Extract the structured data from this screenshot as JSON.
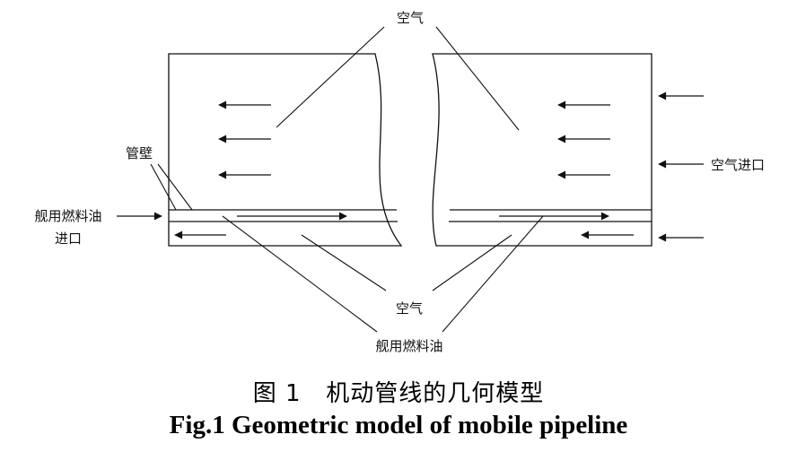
{
  "labels": {
    "air_top": "空气",
    "air_inlet": "空气进口",
    "pipe_wall": "管壁",
    "fuel_inlet_line1": "舰用燃料油",
    "fuel_inlet_line2": "进口",
    "air_bottom": "空气",
    "fuel_bottom": "舰用燃料油"
  },
  "caption": {
    "chinese": "图 1   机动管线的几何模型",
    "english": "Fig.1 Geometric model of mobile pipeline"
  },
  "colors": {
    "stroke": "#111111",
    "background": "#ffffff"
  }
}
